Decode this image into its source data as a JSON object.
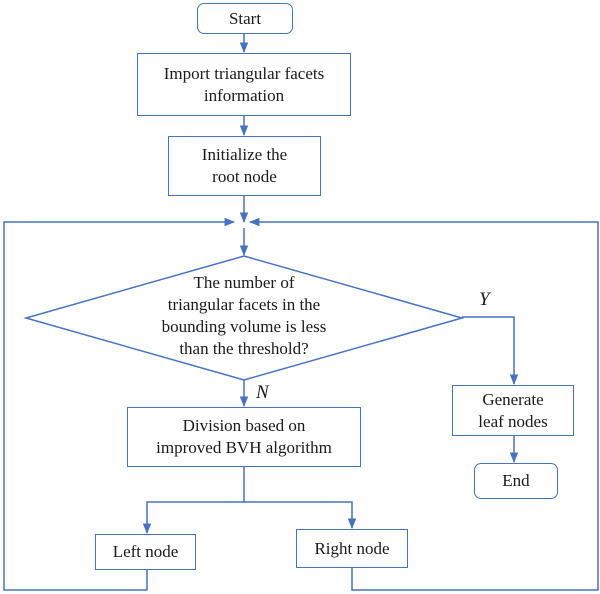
{
  "nodes": {
    "start": "Start",
    "import": "Import triangular facets\ninformation",
    "init": "Initialize the\nroot node",
    "decision": "The number of\ntriangular facets in the\nbounding volume is less\nthan the threshold?",
    "division": "Division based on\nimproved BVH algorithm",
    "generate": "Generate\nleaf nodes",
    "end": "End",
    "left": "Left node",
    "right": "Right node"
  },
  "branches": {
    "yes": "Y",
    "no": "N"
  },
  "colors": {
    "line": "#4472c4",
    "text": "#1a1a1a"
  }
}
